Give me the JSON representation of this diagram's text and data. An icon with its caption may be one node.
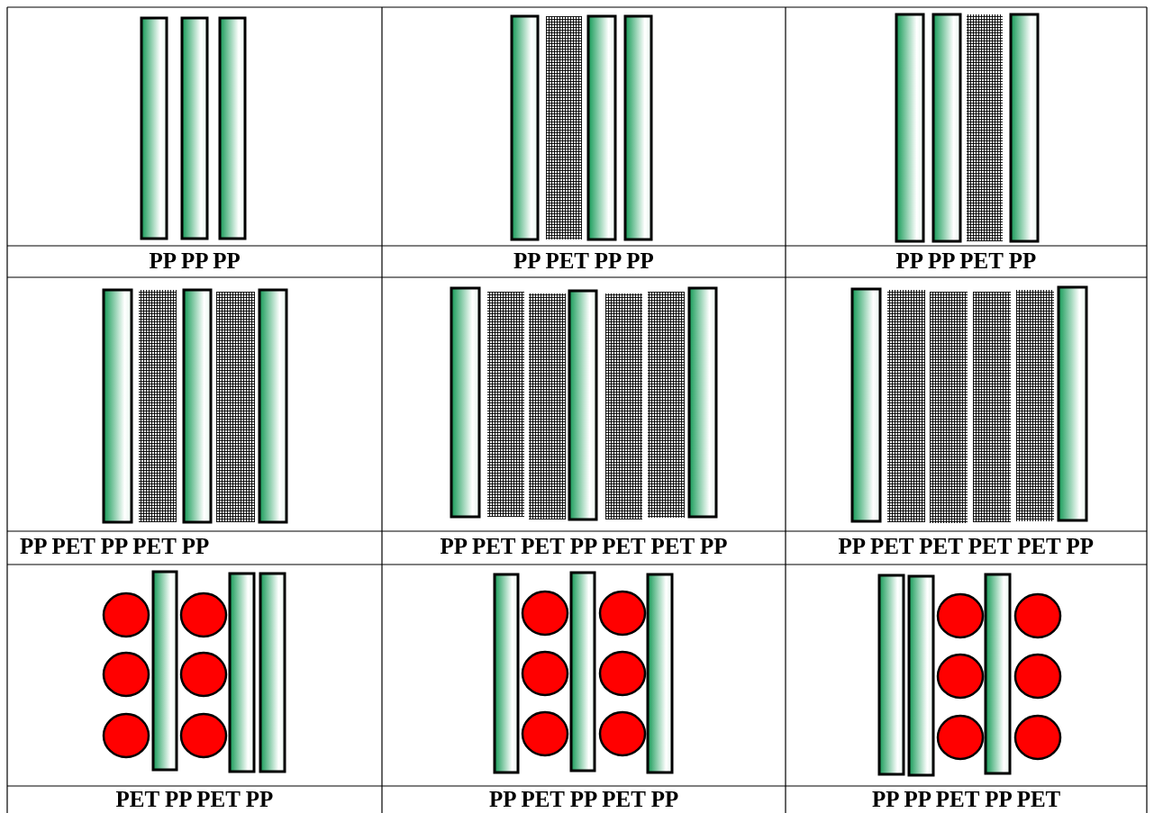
{
  "diagram": {
    "labels": [
      "PP PP PP",
      "PP PET PP PP",
      "PP PP PET PP",
      "PP PET PP PET PP",
      "PP PET PET PP PET PET PP",
      "PP PET PET PET PET PP",
      "PET PP PET PP",
      "PP PET PP PET PP",
      "PP PP PET PP PET"
    ]
  }
}
